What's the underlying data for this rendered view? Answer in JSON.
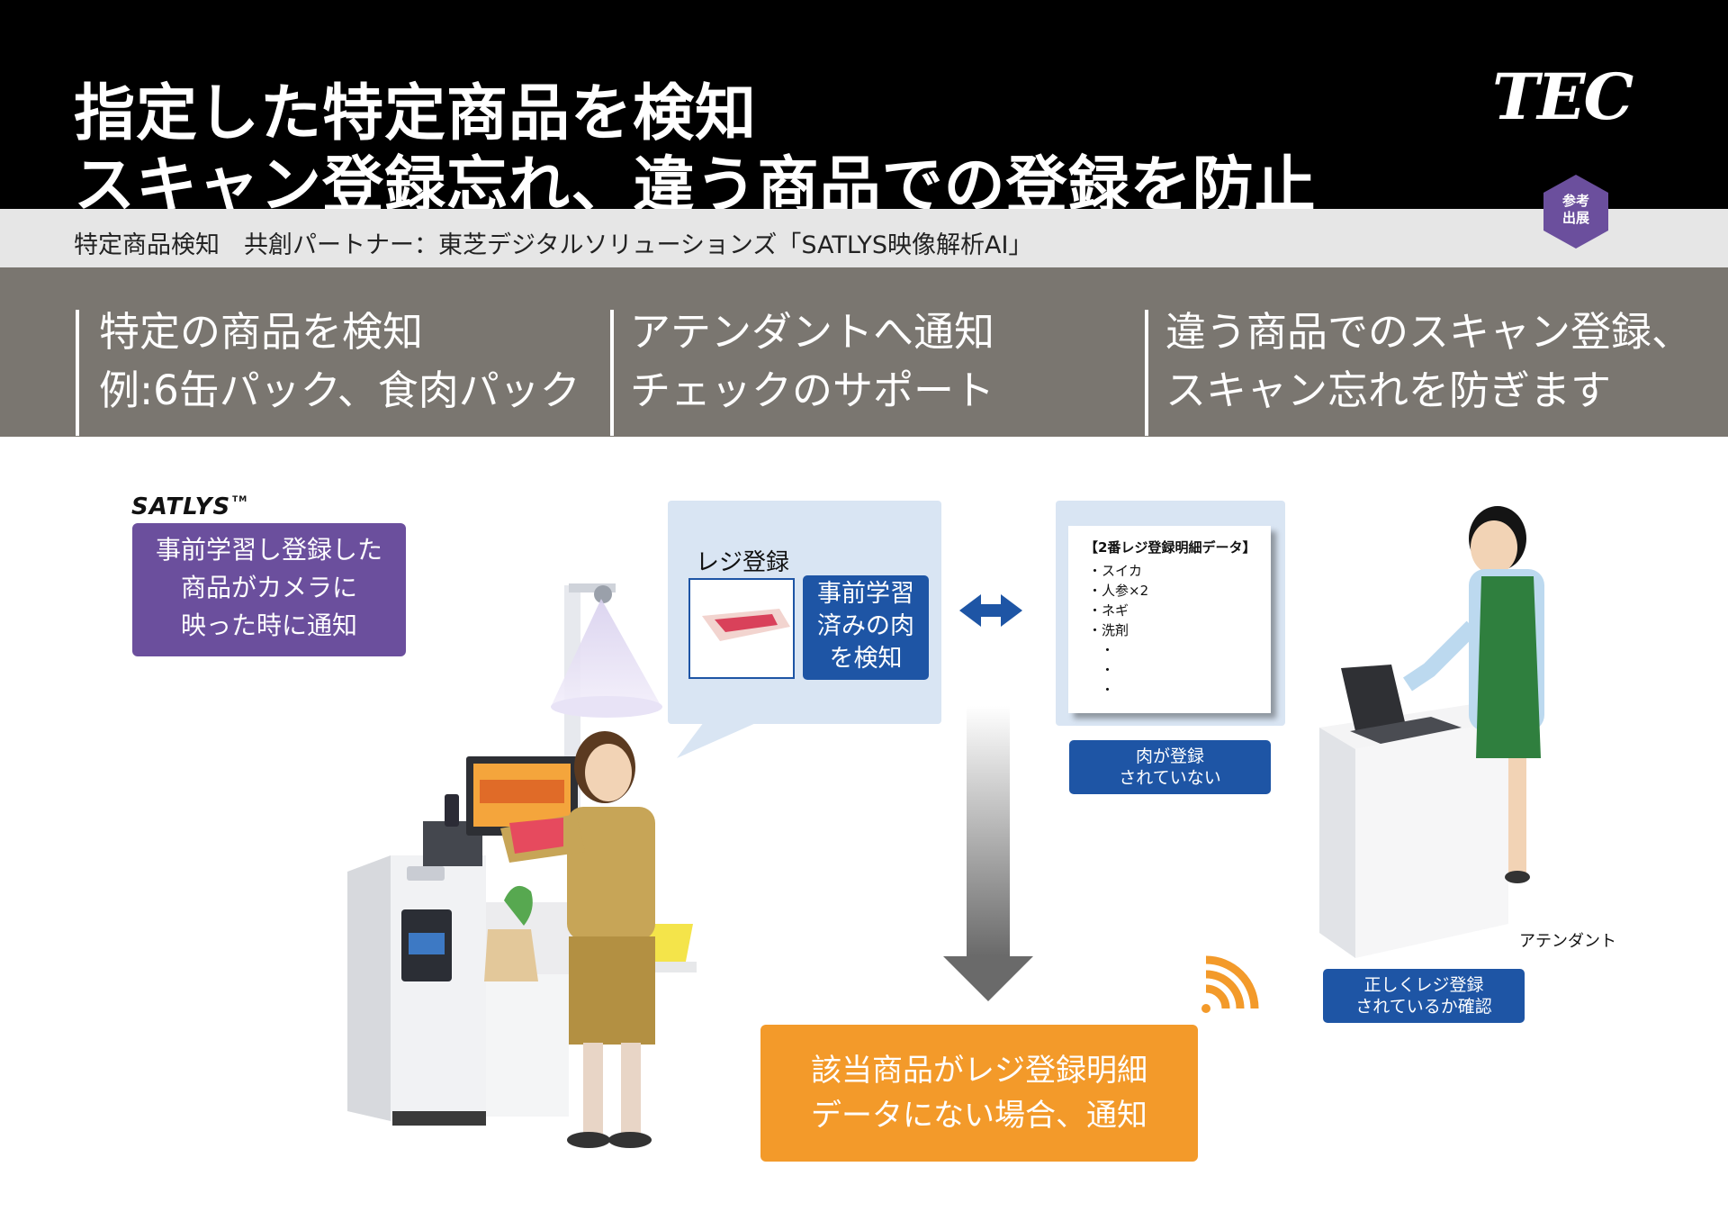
{
  "header": {
    "title_line1": "指定した特定商品を検知",
    "title_line2": "スキャン登録忘れ、違う商品での登録を防止",
    "logo_text": "TEC",
    "background_color": "#000000"
  },
  "subheader": {
    "text": "特定商品検知　共創パートナー：東芝デジタルソリューションズ「SATLYS映像解析AI」",
    "badge_line1": "参考",
    "badge_line2": "出展",
    "badge_color": "#6b4f9d"
  },
  "features": [
    {
      "line1": "特定の商品を検知",
      "line2": "例:6缶パック、食肉パック"
    },
    {
      "line1": "アテンダントへ通知",
      "line2": "チェックのサポート"
    },
    {
      "line1": "違う商品でのスキャン登録、",
      "line2": "スキャン忘れを防ぎます"
    }
  ],
  "satlys": {
    "logo": "SATLYS",
    "trademark": "TM",
    "note_line1": "事前学習し登録した",
    "note_line2": "商品がカメラに",
    "note_line3": "映った時に通知"
  },
  "register_panel": {
    "label": "レジ登録",
    "detect_line1": "事前学習",
    "detect_line2": "済みの肉",
    "detect_line3": "を検知"
  },
  "receipt": {
    "title": "【2番レジ登録明細データ】",
    "items": [
      "・スイカ",
      "・人参×2",
      "・ネギ",
      "・洗剤",
      "・",
      "・",
      "・"
    ]
  },
  "notifications": {
    "meat_not_registered_line1": "肉が登録",
    "meat_not_registered_line2": "されていない",
    "confirm_line1": "正しくレジ登録",
    "confirm_line2": "されているか確認"
  },
  "alert": {
    "line1": "該当商品がレジ登録明細",
    "line2": "データにない場合、通知"
  },
  "attendant_label": "アテンダント",
  "colors": {
    "accent_blue": "#1e55a5",
    "panel_blue": "#d9e5f3",
    "purple": "#6b4f9d",
    "orange": "#f39a2a",
    "grey_band": "#7a7670"
  },
  "icons": {
    "double_arrow": "left-right-arrow-icon",
    "down_arrow": "down-arrow-icon",
    "signal": "wifi-signal-icon"
  }
}
